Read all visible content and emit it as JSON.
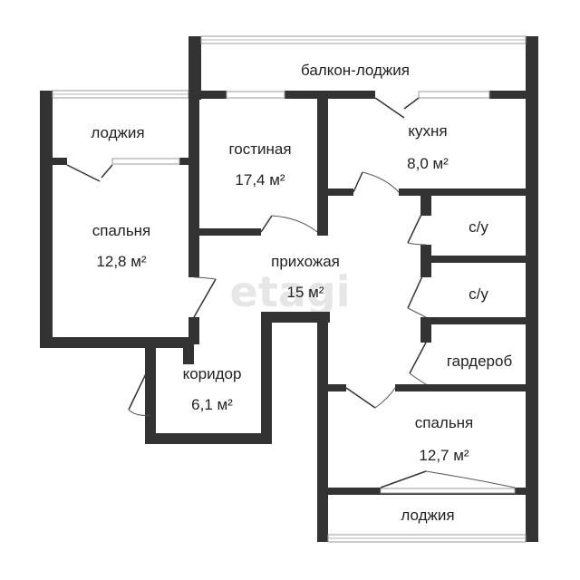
{
  "watermark": "etagi",
  "rooms": {
    "balcony_top": {
      "name": "балкон-лоджия"
    },
    "loggia_left": {
      "name": "лоджия"
    },
    "living": {
      "name": "гостиная",
      "area": "17,4 м²"
    },
    "kitchen": {
      "name": "кухня",
      "area": "8,0 м²"
    },
    "bedroom_left": {
      "name": "спальня",
      "area": "12,8 м²"
    },
    "hall": {
      "name": "прихожая",
      "area": "15 м²"
    },
    "bath1": {
      "name": "с/у"
    },
    "bath2": {
      "name": "с/у"
    },
    "wardrobe": {
      "name": "гардероб"
    },
    "corridor": {
      "name": "коридор",
      "area": "6,1 м²"
    },
    "bedroom_right": {
      "name": "спальня",
      "area": "12,7 м²"
    },
    "loggia_bottom": {
      "name": "лоджия"
    }
  }
}
